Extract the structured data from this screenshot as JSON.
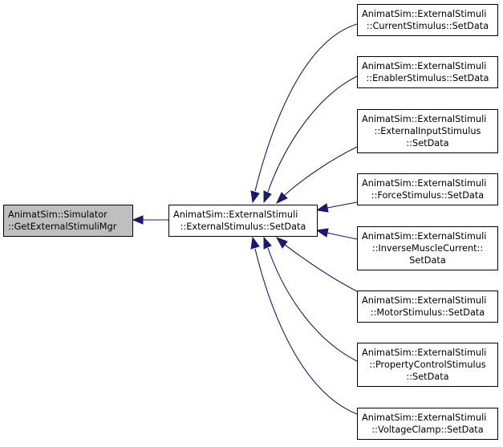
{
  "theme": {
    "edge_color": "#191970",
    "root_fill": "#bfbfbf",
    "node_fill": "#ffffff",
    "border": "#000000"
  },
  "nodes": {
    "root": {
      "line1": "AnimatSim::Simulator",
      "line2": "::GetExternalStimuliMgr"
    },
    "center": {
      "line1": "AnimatSim::ExternalStimuli",
      "line2": "::ExternalStimulus::SetData"
    },
    "current": {
      "line1": "AnimatSim::ExternalStimuli",
      "line2": "::CurrentStimulus::SetData"
    },
    "enabler": {
      "line1": "AnimatSim::ExternalStimuli",
      "line2": "::EnablerStimulus::SetData"
    },
    "external_input": {
      "line1": "AnimatSim::ExternalStimuli",
      "line2": "::ExternalInputStimulus",
      "line3": "::SetData"
    },
    "force": {
      "line1": "AnimatSim::ExternalStimuli",
      "line2": "::ForceStimulus::SetData"
    },
    "inverse_muscle": {
      "line1": "AnimatSim::ExternalStimuli",
      "line2": "::InverseMuscleCurrent::",
      "line3": "SetData"
    },
    "motor": {
      "line1": "AnimatSim::ExternalStimuli",
      "line2": "::MotorStimulus::SetData"
    },
    "property_control": {
      "line1": "AnimatSim::ExternalStimuli",
      "line2": "::PropertyControlStimulus",
      "line3": "::SetData"
    },
    "voltage_clamp": {
      "line1": "AnimatSim::ExternalStimuli",
      "line2": "::VoltageClamp::SetData"
    }
  }
}
